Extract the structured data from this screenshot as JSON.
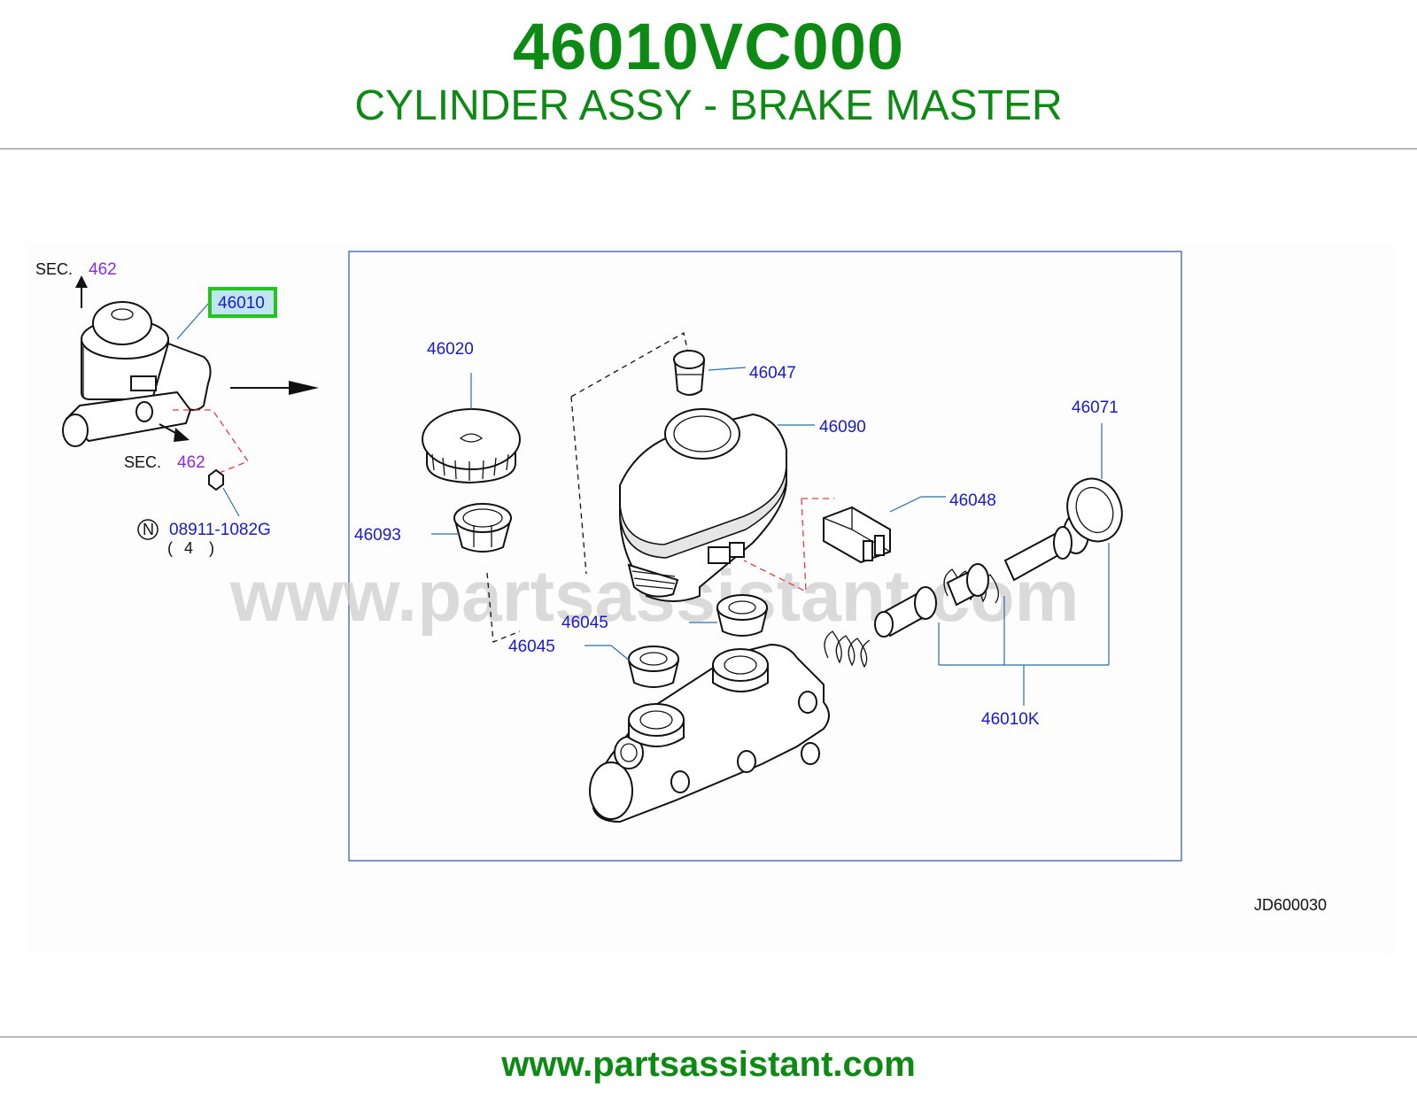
{
  "header": {
    "part_number": "46010VC000",
    "part_name": "CYLINDER ASSY - BRAKE MASTER"
  },
  "footer": {
    "url": "www.partsassistant.com"
  },
  "diagram": {
    "watermark": "www.partsassistant.com",
    "drawing_code": "JD600030",
    "section_ref_top": {
      "prefix": "SEC.",
      "number": "462"
    },
    "section_ref_bottom": {
      "prefix": "SEC.",
      "number": "462"
    },
    "highlighted_label": "46010",
    "highlight_color": "#22c51e",
    "nut": {
      "marker": "N",
      "part_number": "08911-1082G",
      "qty_open": "(",
      "qty": "4",
      "qty_close": ")"
    },
    "labels": {
      "p46020": "46020",
      "p46047": "46047",
      "p46090": "46090",
      "p46071": "46071",
      "p46048": "46048",
      "p46093": "46093",
      "p46045_a": "46045",
      "p46045_b": "46045",
      "p46010k": "46010K"
    }
  }
}
